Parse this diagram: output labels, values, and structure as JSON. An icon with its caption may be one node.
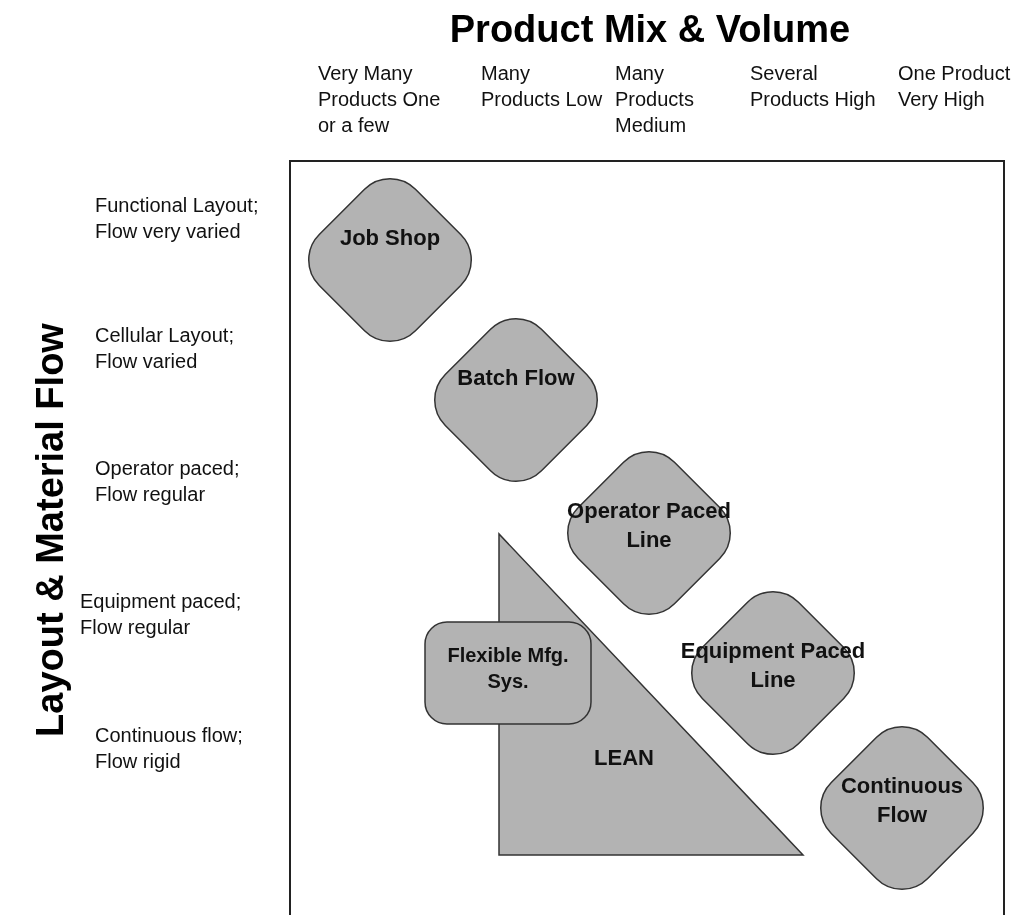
{
  "diagram": {
    "title": "Product Mix & Volume",
    "nodes": [
      {
        "text": [
          "Job Shop"
        ]
      },
      {
        "text": [
          "Batch Flow"
        ]
      },
      {
        "text": [
          "Operator Paced Line"
        ]
      },
      {
        "text": [
          "Equipment Paced Line"
        ]
      },
      {
        "text": [
          "Continuous Flow"
        ]
      },
      {
        "text": [
          "LEAN"
        ]
      },
      {
        "text": [
          "Flexible Mfg. Sys."
        ]
      }
    ],
    "labels": [
      "Very Many Products One or a few",
      "Many Products Low",
      "Many Products Medium",
      "Several Products High",
      "One Product Very High",
      "Layout & Material Flow",
      "Functional Layout; Flow very varied",
      "Cellular Layout; Flow varied",
      "Operator paced; Flow regular",
      "Equipment paced; Flow regular",
      "Continuous flow; Flow rigid"
    ]
  }
}
